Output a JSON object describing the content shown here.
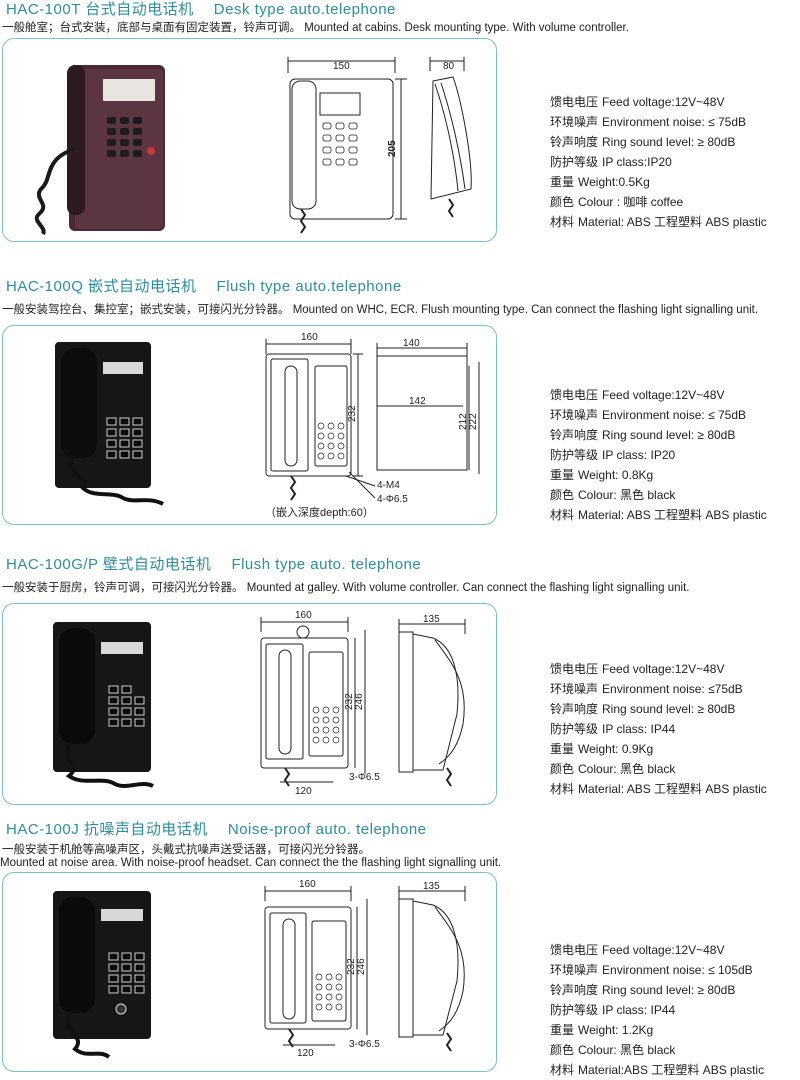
{
  "products": [
    {
      "title_cn": "HAC-100T 台式自动电话机",
      "title_en": "Desk type auto.telephone",
      "desc": [
        "一般舱室；台式安装，底部与桌面有固定装置，铃声可调。  Mounted at cabins. Desk mounting type. With volume controller."
      ],
      "dims": [
        "150",
        "205",
        "80"
      ],
      "specs": [
        {
          "cn": "馈电电压",
          "en": "Feed voltage:12V~48V"
        },
        {
          "cn": "环境噪声",
          "en": "Environment noise:  ≤  75dB"
        },
        {
          "cn": "铃声响度",
          "en": "Ring sound level:  ≥  80dB"
        },
        {
          "cn": "防护等级",
          "en": "IP class:IP20"
        },
        {
          "cn": "重量",
          "en": "Weight:0.5Kg"
        },
        {
          "cn": "颜色",
          "en": "Colour : 咖啡  coffee"
        },
        {
          "cn": "材料",
          "en": "Material: ABS  工程塑料  ABS plastic"
        }
      ]
    },
    {
      "title_cn": "HAC-100Q 嵌式自动电话机",
      "title_en": "Flush type auto.telephone",
      "desc": [
        "一般安装驾控台、集控室；嵌式安装，可接闪光分铃器。  Mounted on WHC, ECR. Flush mounting type. Can connect the flashing light signalling unit."
      ],
      "dims": [
        "160",
        "232",
        "140",
        "142",
        "212",
        "222",
        "4-M4",
        "4-Φ6.5",
        "（嵌入深度depth:60）"
      ],
      "specs": [
        {
          "cn": "馈电电压",
          "en": "Feed voltage:12V~48V"
        },
        {
          "cn": "环境噪声",
          "en": "Environment noise:  ≤  75dB"
        },
        {
          "cn": "铃声响度",
          "en": "Ring sound level:  ≥  80dB"
        },
        {
          "cn": "防护等级",
          "en": "IP class: IP20"
        },
        {
          "cn": "重量",
          "en": "Weight: 0.8Kg"
        },
        {
          "cn": "颜色",
          "en": "Colour:  黑色  black"
        },
        {
          "cn": "材料",
          "en": "Material: ABS  工程塑料  ABS plastic"
        }
      ]
    },
    {
      "title_cn": "HAC-100G/P 壁式自动电话机",
      "title_en": "Flush type auto. telephone",
      "desc": [
        "一般安装于厨房，铃声可调，可接闪光分铃器。  Mounted at galley. With volume controller. Can connect the flashing light signalling unit."
      ],
      "dims": [
        "160",
        "232",
        "246",
        "120",
        "3-Φ6.5",
        "135"
      ],
      "specs": [
        {
          "cn": "馈电电压",
          "en": "Feed voltage:12V~48V"
        },
        {
          "cn": "环境噪声",
          "en": "Environment noise:  ≤75dB"
        },
        {
          "cn": "铃声响度",
          "en": "Ring sound level:  ≥  80dB"
        },
        {
          "cn": "防护等级",
          "en": "IP class: IP44"
        },
        {
          "cn": "重量",
          "en": "Weight: 0.9Kg"
        },
        {
          "cn": "颜色",
          "en": "Colour:  黑色  black"
        },
        {
          "cn": "材料",
          "en": "Material: ABS  工程塑料  ABS plastic"
        }
      ]
    },
    {
      "title_cn": "HAC-100J 抗噪声自动电话机",
      "title_en": "Noise-proof auto. telephone",
      "desc": [
        "一般安装于机舱等高噪声区，头戴式抗噪声送受话器，可接闪光分铃器。",
        "Mounted at noise area. With noise-proof headset. Can connect the  the flashing light signalling unit."
      ],
      "dims": [
        "160",
        "232",
        "246",
        "120",
        "3-Φ6.5",
        "135"
      ],
      "specs": [
        {
          "cn": "馈电电压",
          "en": "Feed voltage:12V~48V"
        },
        {
          "cn": "环境噪声",
          "en": "Environment noise:  ≤  105dB"
        },
        {
          "cn": "铃声响度",
          "en": "Ring sound level:  ≥  80dB"
        },
        {
          "cn": "防护等级",
          "en": "IP class: IP44"
        },
        {
          "cn": "重量",
          "en": "Weight: 1.2Kg"
        },
        {
          "cn": "颜色",
          "en": "Colour:  黑色  black"
        },
        {
          "cn": "材料",
          "en": "Material:ABS  工程塑料  ABS plastic"
        }
      ]
    }
  ]
}
